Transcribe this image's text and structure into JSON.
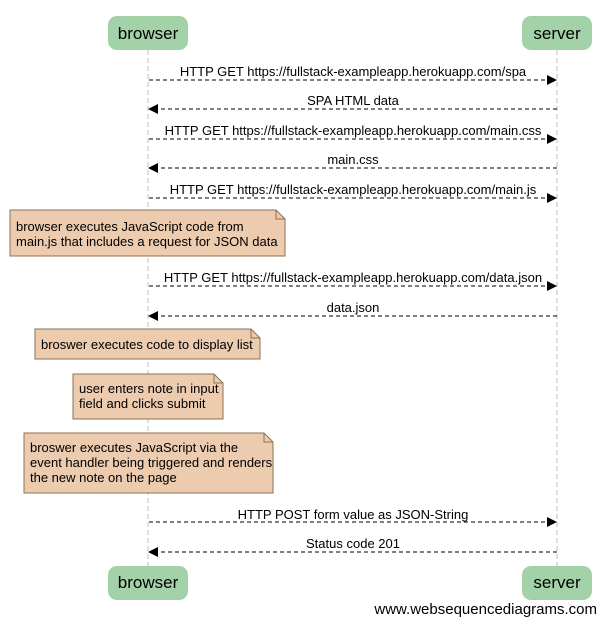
{
  "colors": {
    "actor_fill": "#a3d1a8",
    "note_fill": "#eccbae",
    "note_stroke": "#8c7155",
    "lifeline": "#bdbdbd",
    "arrow": "#000000"
  },
  "participants": [
    {
      "id": "browser",
      "label": "browser"
    },
    {
      "id": "server",
      "label": "server"
    }
  ],
  "messages": [
    {
      "from": "browser",
      "to": "server",
      "label": "HTTP GET https://fullstack-exampleapp.herokuapp.com/spa",
      "style": "dashed"
    },
    {
      "from": "server",
      "to": "browser",
      "label": "SPA HTML data",
      "style": "dashed"
    },
    {
      "from": "browser",
      "to": "server",
      "label": "HTTP GET https://fullstack-exampleapp.herokuapp.com/main.css",
      "style": "dashed"
    },
    {
      "from": "server",
      "to": "browser",
      "label": "main.css",
      "style": "dashed"
    },
    {
      "from": "browser",
      "to": "server",
      "label": "HTTP GET https://fullstack-exampleapp.herokuapp.com/main.js",
      "style": "dashed"
    },
    {
      "from": "browser",
      "to": "server",
      "label": "HTTP GET https://fullstack-exampleapp.herokuapp.com/data.json",
      "style": "dashed"
    },
    {
      "from": "server",
      "to": "browser",
      "label": "data.json",
      "style": "dashed"
    },
    {
      "from": "browser",
      "to": "server",
      "label": "HTTP POST form value as JSON-String",
      "style": "dashed"
    },
    {
      "from": "server",
      "to": "browser",
      "label": "Status code 201",
      "style": "dashed"
    }
  ],
  "notes": [
    {
      "lines": [
        "browser executes JavaScript code from",
        "main.js that includes a request for JSON data"
      ]
    },
    {
      "lines": [
        "broswer executes code to display list"
      ]
    },
    {
      "lines": [
        "user enters note in input",
        "field and clicks submit"
      ]
    },
    {
      "lines": [
        "broswer executes JavaScript via the",
        "event handler being triggered and renders",
        "the new note on the page"
      ]
    }
  ],
  "footer": {
    "text": "www.websequencediagrams.com"
  }
}
